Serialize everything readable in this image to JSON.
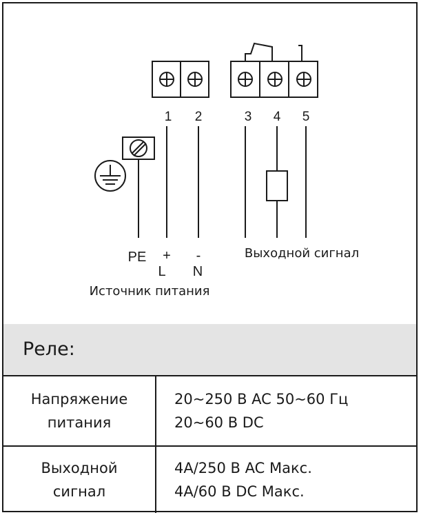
{
  "terminals": [
    {
      "number": "1"
    },
    {
      "number": "2"
    },
    {
      "number": "3"
    },
    {
      "number": "4"
    },
    {
      "number": "5"
    }
  ],
  "labels": {
    "pe": "PE",
    "plus": "+",
    "minus": "-",
    "l": "L",
    "n": "N",
    "power_source": "Источник питания",
    "output_signal": "Выходной сигнал"
  },
  "relay_header": "Реле:",
  "specs": [
    {
      "name_lines": [
        "Напряжение",
        "питания"
      ],
      "value_lines": [
        "20~250 В AC 50~60 Гц",
        "20~60 В DC"
      ]
    },
    {
      "name_lines": [
        "Выходной",
        "сигнал"
      ],
      "value_lines": [
        "4A/250 В AC Макс.",
        "4A/60 В DC Макс."
      ]
    }
  ]
}
